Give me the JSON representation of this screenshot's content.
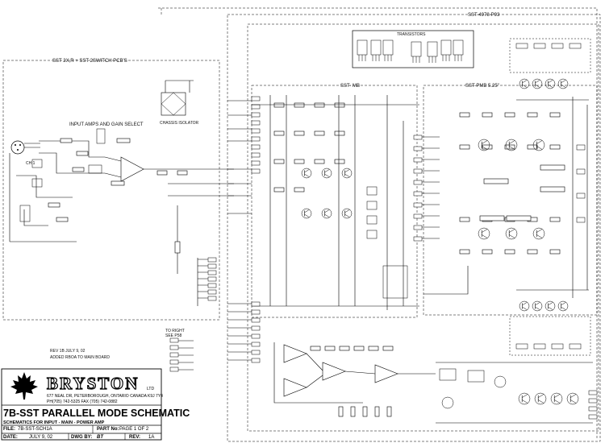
{
  "sections": {
    "p93": "SST-4978-P93",
    "pcbs": "SST 2X,R + SST 2SWITCH PCB'S",
    "mb": "SST- MB",
    "pmb": "SST-PMB 5.25\"",
    "transistors": "TRANSISTORS",
    "chassis": "CHASSIS ISOLATOR",
    "input_amps": "INPUT AMPS AND GAIN SELECT",
    "ch1": "CH 1",
    "rev_note_1": "REV 1B JULY 9, 02",
    "rev_note_2": "ADDED RBOA TO MAIN BOARD",
    "to_right": "TO RIGHT",
    "see_p58": "SEE P58"
  },
  "title_block": {
    "company": "BRYSTON",
    "ltd": "LTD",
    "address_1": "677 NEAL DR, PETERBOROUGH, ONTARIO CANADA K9J 7Y4",
    "address_2": "PH(705) 742-5325          FAX (705) 742-0882",
    "title": "7B-SST  PARALLEL MODE SCHEMATIC",
    "subtitle": "SCHEMATICS FOR INPUT - MAIN - POWER AMP",
    "part_label": "PART No:",
    "part_value": "PAGE 1 OF 2",
    "file_label": "FILE:",
    "file_value": "7B-SST-SCH1A",
    "date_label": "DATE:",
    "date_value": "JULY 9, 02",
    "dwg_label": "DWG BY:",
    "dwg_value": "BT",
    "rev_label": "REV:",
    "rev_value": "1A"
  }
}
